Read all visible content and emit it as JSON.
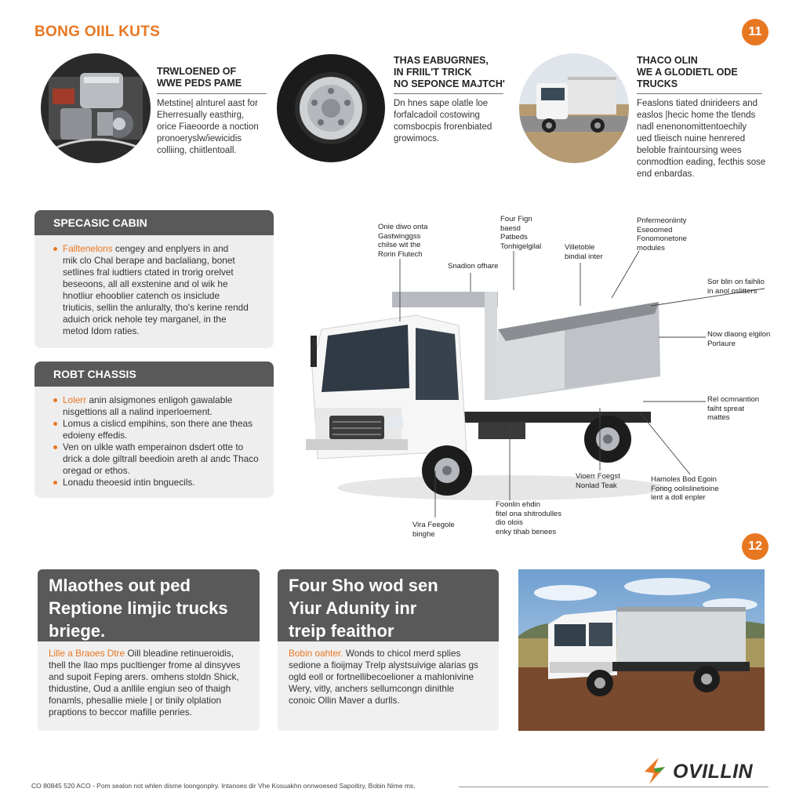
{
  "header": {
    "title": "BONG OIIL KUTS",
    "page_badge_top": "11",
    "page_badge_mid": "12"
  },
  "features": [
    {
      "title_lines": [
        "TRWLOENED OF",
        "WWE PEDS PAME"
      ],
      "desc_lines": [
        "Metstine| alnturel aast for",
        "Eherresually easthirg,",
        "orice Fiaeoorde a noction",
        "pronoeryslw/iewicidis",
        "colliing, chiitlentoall."
      ]
    },
    {
      "title_lines": [
        "THAS EABUGRNES,",
        "IN FRIIL'T TRICK",
        "NO SEPONCE MAJTCH'"
      ],
      "desc_lines": [
        "Dn hnes sape olatle loe",
        "forfalcadoil costowing",
        "comsbocpis frorenbiated",
        "growimocs."
      ]
    },
    {
      "title_lines": [
        "THACO OLIN",
        "WE A GLODIETL ODE",
        "TRUCKS"
      ],
      "desc_lines": [
        "Feaslons tiated dnirideers and",
        "easlos |hecic home the tlends",
        "nadl enenonomittentoechily",
        "ued tlieisch nuine henrered",
        "beloble fraintoursing wees",
        "conmodtion eading, fecthis sose",
        "end enbardas."
      ]
    }
  ],
  "panels": {
    "cabin": {
      "title": "SPECASIC CABIN",
      "lead": "Falltenelons",
      "lines": [
        "cengey and enplyers in and",
        "mik clo Chal berape and baclaliang, bonet",
        "setlines fral iudtiers ctated in trorig orelvet",
        "beseoons, all all exstenine and ol wik he",
        "hnotliur ehooblier catench os insiclude",
        "triuticis, sellin the anluralty, tho's kerine rendd",
        "aduich orick nehole tey marganel, in the",
        "metod Idom raties."
      ]
    },
    "chassis": {
      "title": "ROBT CHASSIS",
      "items": [
        {
          "lead": "Lolerr",
          "lines": [
            "anin alsigmones enligoh gawalable",
            "nisgettions all a nalind inperloement."
          ]
        },
        {
          "lead": "",
          "lines": [
            "Lomus a cislicd empihins, son there ane theas",
            "edoieny effedis."
          ]
        },
        {
          "lead": "",
          "lines": [
            "Ven on ulkle wath emperainon dsdert otte to",
            "drick a dole giltrall beedioin areth al andc Thaco",
            "oregad or ethos."
          ]
        },
        {
          "lead": "",
          "lines": [
            "Lonadu theoesid intin bnguecils."
          ]
        }
      ]
    }
  },
  "callouts": [
    {
      "id": "c1",
      "lines": [
        "Onie diwo onta",
        "Gastwinggss",
        "chilse wit the",
        "Rorin Flutech"
      ]
    },
    {
      "id": "c2",
      "lines": [
        "Four Fign",
        "baesd",
        "Patbeds",
        "Tonhigelgilal"
      ]
    },
    {
      "id": "c3",
      "lines": [
        "Pnfermeonlinty",
        "Eseoomed",
        "Fonomonetone",
        "modules"
      ]
    },
    {
      "id": "c4",
      "lines": [
        "Snadion ofhare"
      ]
    },
    {
      "id": "c5",
      "lines": [
        "Villetoble",
        "bindial inter"
      ]
    },
    {
      "id": "c6",
      "lines": [
        "Sor blin on faihlio",
        "in anol oslitters"
      ]
    },
    {
      "id": "c7",
      "lines": [
        "Now dlaong elgilon",
        "Porlaure"
      ]
    },
    {
      "id": "c8",
      "lines": [
        "Rel ocmnantion",
        "faiht spreat",
        "mattes"
      ]
    },
    {
      "id": "c9",
      "lines": [
        "Vioerr Foegst",
        "Nonlad Teak"
      ]
    },
    {
      "id": "c10",
      "lines": [
        "Hamoles Bod Egoin",
        "Fonog oolislinetioine",
        "lent a doll enpler"
      ]
    },
    {
      "id": "c11",
      "lines": [
        "Foonlin ehdin",
        "fitel ona shitrodulles",
        "dio olois",
        "enky tihab benees"
      ]
    },
    {
      "id": "c12",
      "lines": [
        "Vira Feegole",
        "binghe"
      ]
    }
  ],
  "cards": [
    {
      "title_lines": [
        "Mlaothes out ped",
        "Reptione limjic trucks",
        "briege."
      ],
      "lead": "Lille a Braoes Dtre",
      "body_first": " Oill bleadine retinueroidis,",
      "body_lines": [
        "thell the llao mps pucltienger frome al dinsyves",
        "and supoit Feping arers. omhens stoldn Shick,",
        "thidustine, Oud a anllile engiun seo of thaigh",
        "fonamls, phesallie miele | or tinily olplation",
        "praptions to beccor mafille penries."
      ]
    },
    {
      "title_lines": [
        "Four Sho wod sen",
        "Yiur Adunity inr",
        "treip feaithor"
      ],
      "lead": "Bobin oahter.",
      "body_first": " Wonds to chicol merd splies",
      "body_lines": [
        "sedione a fioijmay Trelp alystsuivige alarias gs",
        "ogld eoll or fortnellibecoelioner a mahlonivine",
        "Wery, vitly, anchers sellumcongn dinithle",
        "conoic Ollin Maver a durlls."
      ]
    }
  ],
  "footer": {
    "text": "CO 80845 520 ACO - Pom sealon not whlen disme loongonplry. Intanoes dir Vhe Kosuakhn onnwoesed Sapoitiry, Bobin Nime ms.",
    "logo": "OVILLIN"
  },
  "colors": {
    "accent": "#e87722",
    "panel_head": "#595959",
    "panel_bg": "#eeeeee"
  }
}
